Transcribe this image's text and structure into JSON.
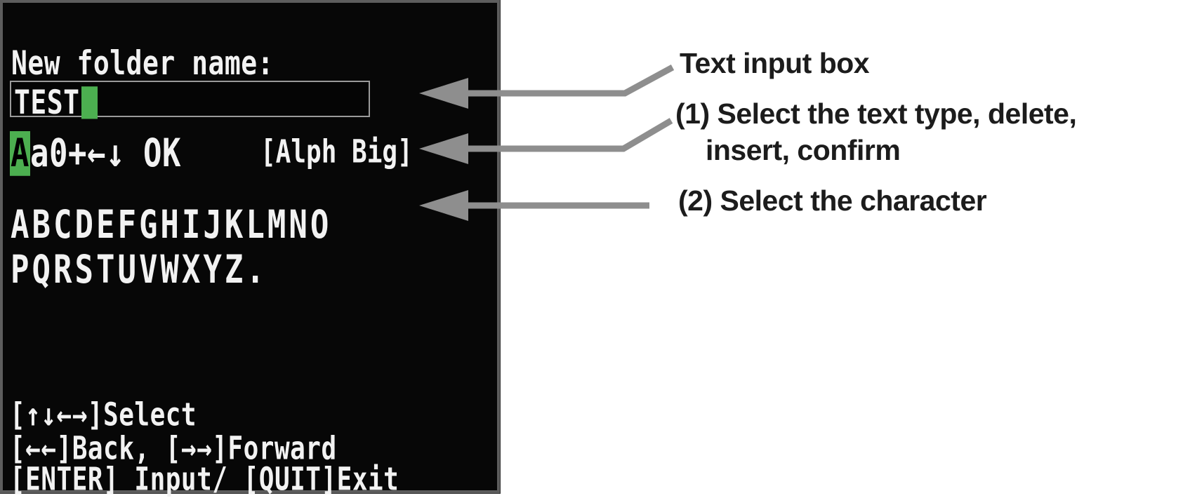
{
  "screen": {
    "folder_label": "New folder name:",
    "input": {
      "value": "TEST"
    },
    "toolbar": {
      "selected_type": "A",
      "other_items": "a0+←↓",
      "ok_label": "OK",
      "mode_indicator": "[Alph Big]"
    },
    "charset": {
      "row1": "ABCDEFGHIJKLMNO",
      "row2": "PQRSTUVWXYZ."
    },
    "help": {
      "line1": "[↑↓←→]Select",
      "line2": "[←←]Back, [→→]Forward",
      "line3": "[ENTER] Input/ [QUIT]Exit"
    }
  },
  "annotations": {
    "text_input_box": "Text input box",
    "step1_line1": "(1) Select the text type, delete,",
    "step1_line2": "insert, confirm",
    "step2": "(2) Select the character"
  },
  "colors": {
    "cursor_green": "#4CAF50",
    "arrow_gray": "#8E8E8E",
    "screen_text": "#F2F2F2",
    "label_text": "#1C1C1C"
  }
}
